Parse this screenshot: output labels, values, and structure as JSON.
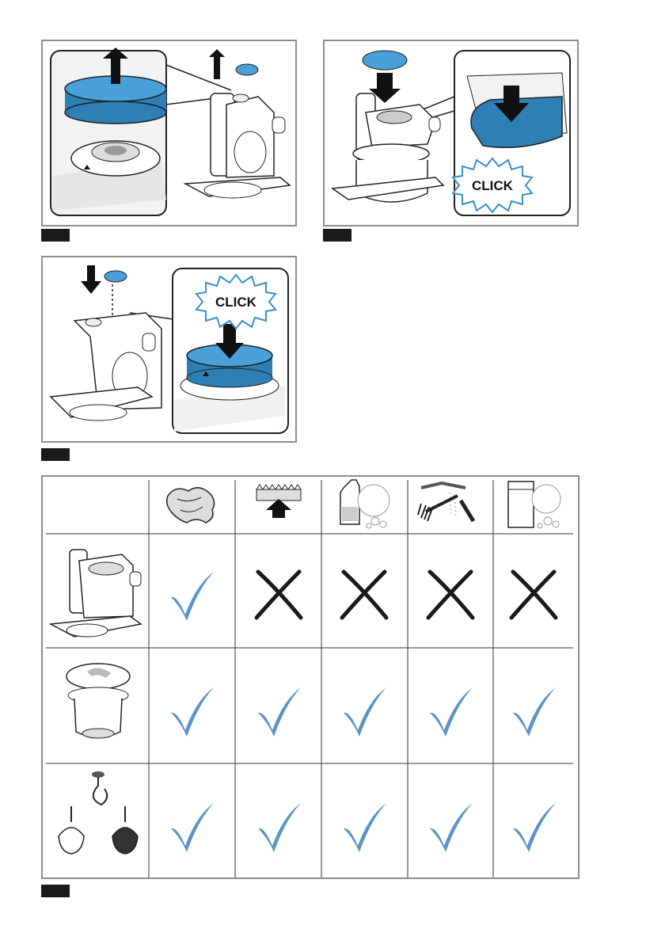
{
  "colors": {
    "accent_blue": "#3a90c8",
    "check_blue": "#5b93c9",
    "frame_gray": "#8c8c8c",
    "cross_black": "#1a1a1a"
  },
  "steps": [
    {
      "callout": ""
    },
    {
      "callout": "CLICK"
    },
    {
      "callout": "CLICK"
    }
  ],
  "table": {
    "column_icons": [
      "damp-cloth-icon",
      "sponge-scrub-icon",
      "dish-soap-icon",
      "brush-rinse-icon",
      "dishwasher-icon"
    ],
    "rows": [
      {
        "part_icon": "appliance-base-icon",
        "values": [
          "check",
          "cross",
          "cross",
          "cross",
          "cross"
        ]
      },
      {
        "part_icon": "bowl-lid-icon",
        "values": [
          "check",
          "check",
          "check",
          "check",
          "check"
        ]
      },
      {
        "part_icon": "tools-icon",
        "values": [
          "check",
          "check",
          "check",
          "check",
          "check"
        ]
      }
    ]
  }
}
